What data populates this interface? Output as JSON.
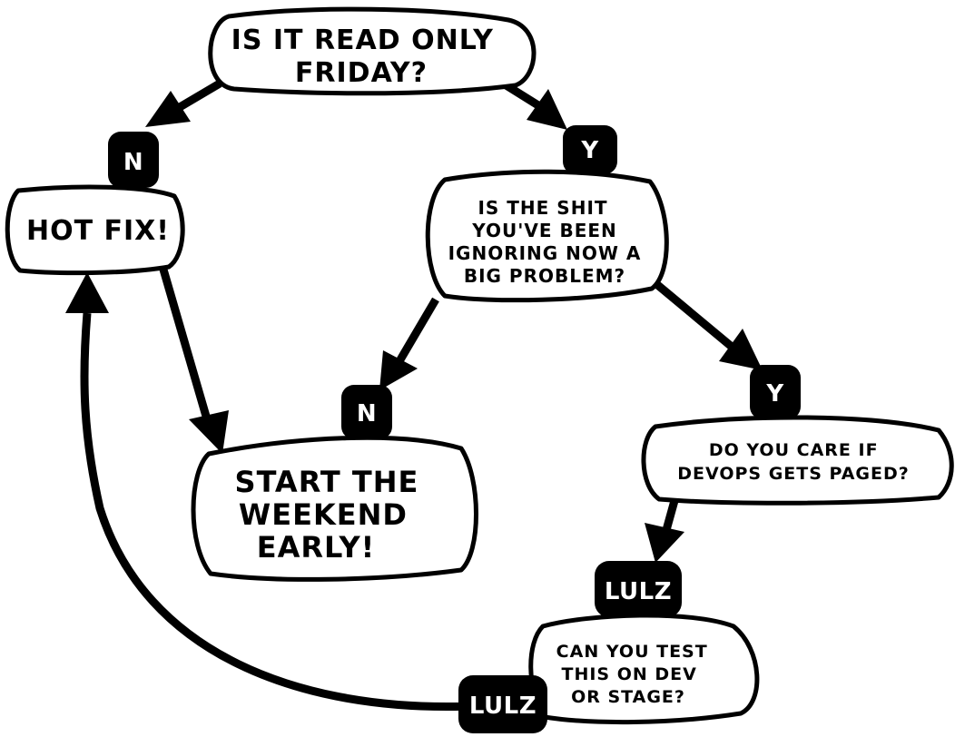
{
  "colors": {
    "ink": "#000000",
    "paper": "#ffffff"
  },
  "nodes": {
    "read_only_friday": {
      "lines": [
        "IS IT READ ONLY",
        "FRIDAY?"
      ]
    },
    "hot_fix": {
      "lines": [
        "HOT FIX!"
      ]
    },
    "ignoring_problem": {
      "lines": [
        "IS THE SHIT",
        "YOU'VE BEEN",
        "IGNORING NOW A",
        "BIG PROBLEM?"
      ]
    },
    "start_weekend": {
      "lines": [
        "START THE",
        "WEEKEND",
        "EARLY!"
      ]
    },
    "devops_paged": {
      "lines": [
        "DO YOU CARE IF",
        "DEVOPS GETS PAGED?"
      ]
    },
    "test_dev_stage": {
      "lines": [
        "CAN YOU TEST",
        "THIS ON DEV",
        "OR STAGE?"
      ]
    }
  },
  "badges": {
    "q1_no": "N",
    "q1_yes": "Y",
    "q2_no": "N",
    "q2_yes": "Y",
    "q3_lulz": "LULZ",
    "q4_lulz": "LULZ"
  }
}
